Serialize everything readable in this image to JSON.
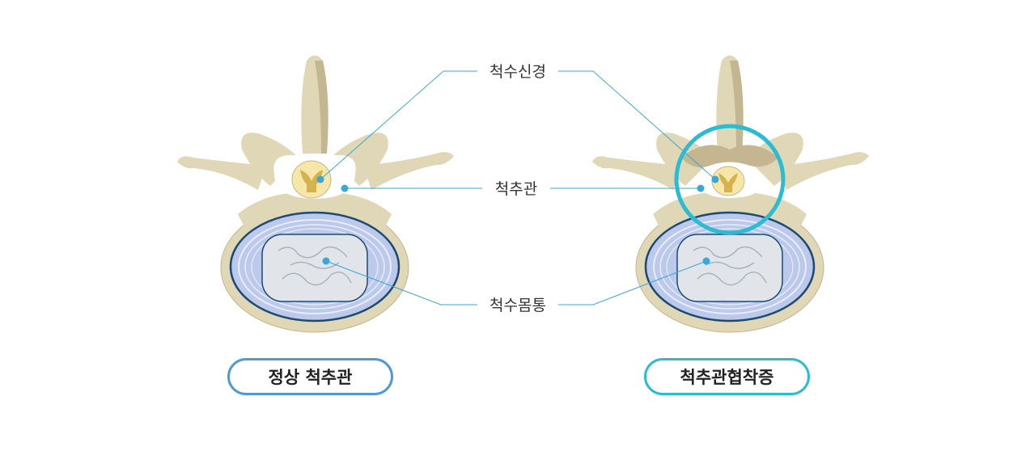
{
  "labels": {
    "spinal_nerve": "척수신경",
    "spinal_canal": "척추관",
    "vertebral_body": "척수몸통"
  },
  "captions": {
    "normal": "정상 척추관",
    "stenosis": "척추관협착증"
  },
  "colors": {
    "bone": "#dfd7b6",
    "bone_shadow": "#c3b690",
    "disc": "#bcc9ea",
    "disc_line": "#e7edf9",
    "disc_border": "#1c4a72",
    "nucleus": "#e1e5ea",
    "cord": "#f6e7a8",
    "cord_core": "#d6b24f",
    "leader_line": "#3aa7d8",
    "normal_accent": "#4d9ad4",
    "stenosis_accent": "#2bbcd1"
  }
}
